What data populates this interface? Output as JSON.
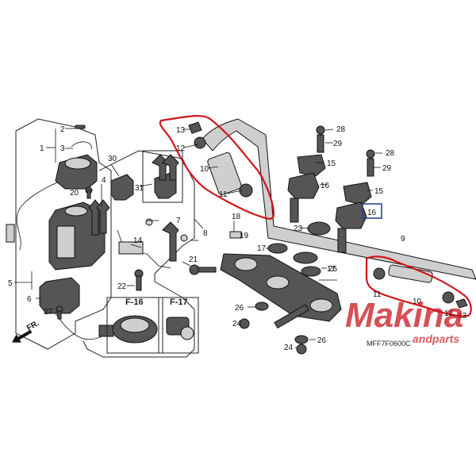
{
  "diagram": {
    "part_numbers": [
      "1",
      "2",
      "3",
      "4",
      "5",
      "6",
      "7",
      "8",
      "9",
      "10",
      "11",
      "12",
      "13",
      "14",
      "15",
      "16",
      "17",
      "18",
      "19",
      "20",
      "21",
      "22",
      "23",
      "24",
      "25",
      "26",
      "27",
      "28",
      "29",
      "30",
      "31"
    ],
    "callouts": {
      "f16": "F-16",
      "f17": "F-17"
    },
    "highlight_box_label": "16",
    "diagram_code": "MFF7F0600C",
    "front_marker": "FR.",
    "watermark": {
      "main": "Makina",
      "sub": "andparts"
    },
    "colors": {
      "highlight": "#d0151b",
      "box": "#1e3a8a",
      "watermark": "#c8161d"
    }
  }
}
